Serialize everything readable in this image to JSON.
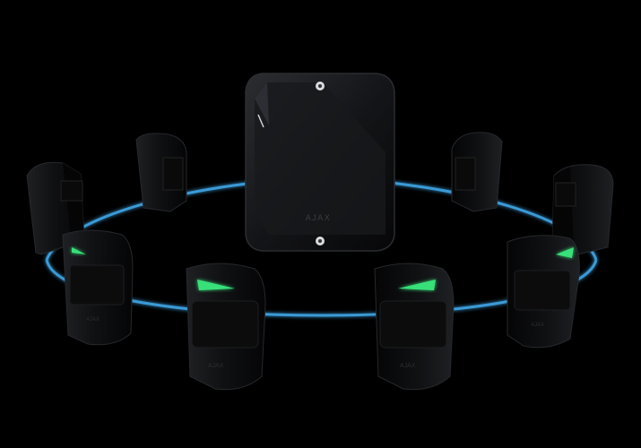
{
  "scene": {
    "background_color": "#000000",
    "device_color": "#111214",
    "device_edge_color": "#2a2c30",
    "ring_color": "#3a9ad6",
    "ring_glow_color": "#7cc6f0",
    "led_color": "#38e07a",
    "logo_text": "AJAX",
    "hub": {
      "name": "hub-module"
    },
    "devices": [
      {
        "name": "wall-sensor-back-left"
      },
      {
        "name": "corner-sensor-back-left"
      },
      {
        "name": "corner-sensor-back-right"
      },
      {
        "name": "wall-sensor-back-right"
      },
      {
        "name": "motion-detector-front-left"
      },
      {
        "name": "motion-detector-front-center-left"
      },
      {
        "name": "motion-detector-front-center-right"
      },
      {
        "name": "motion-detector-front-right"
      }
    ]
  }
}
